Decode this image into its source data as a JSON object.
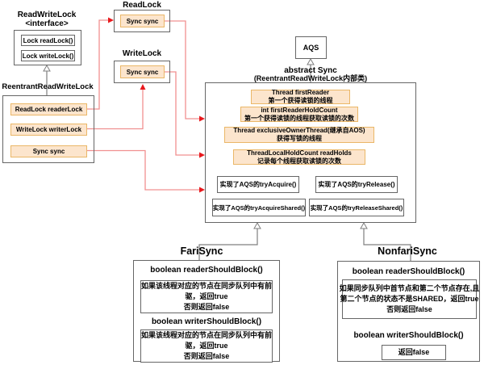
{
  "colors": {
    "orange_fill": "#fce5cd",
    "orange_border": "#eab768",
    "box_border": "#666666",
    "red_line": "#f09090",
    "red_arrowhead": "#e8191d",
    "gray_line": "#7f7f7f"
  },
  "read_write_lock": {
    "title": "ReadWriteLock",
    "stereotype": "<interface>",
    "methods": [
      "Lock readLock()",
      "Lock writeLock()"
    ]
  },
  "read_lock": {
    "title": "ReadLock",
    "field": "Sync sync"
  },
  "write_lock": {
    "title": "WriteLock",
    "field": "Sync sync"
  },
  "reentrant_read_write_lock": {
    "title": "ReentrantReadWriteLock",
    "fields": [
      "ReadLock readerLock",
      "WriteLock writerLock",
      "Sync sync"
    ]
  },
  "aqs": {
    "title": "AQS"
  },
  "abstract_sync": {
    "title": "abstract Sync",
    "subtitle": "(ReentrantReadWriteLock内部类)",
    "fields": [
      {
        "name": "Thread firstReader",
        "desc": "第一个获得读锁的线程"
      },
      {
        "name": "int firstReaderHoldCount",
        "desc": "第一个获得读锁的线程获取读锁的次数"
      },
      {
        "name": "Thread exclusiveOwnerThread(继承自AOS)",
        "desc": "获得写锁的线程"
      },
      {
        "name": "ThreadLocalHoldCount readHolds",
        "desc": "记录每个线程获取读锁的次数"
      }
    ],
    "methods": [
      "实现了AQS的tryAcquire()",
      "实现了AQS的tryRelease()",
      "实现了AQS的tryAcquireShared()",
      "实现了AQS的tryReleaseShared()"
    ]
  },
  "fari_sync": {
    "title": "FariSync",
    "reader_method": "boolean readerShouldBlock()",
    "reader_note_lines": [
      "如果该线程对应的节点在同步队列中有前",
      "驱，返回true",
      "否则返回false"
    ],
    "writer_method": "boolean writerShouldBlock()",
    "writer_note_lines": [
      "如果该线程对应的节点在同步队列中有前",
      "驱，返回true",
      "否则返回false"
    ]
  },
  "nonfari_sync": {
    "title": "NonfariSync",
    "reader_method": "boolean readerShouldBlock()",
    "reader_note_lines": [
      "如果同步队列中首节点和第二个节点存在,且",
      "第二个节点的状态不是SHARED，返回true",
      "否则返回false"
    ],
    "writer_method": "boolean writerShouldBlock()",
    "writer_note_line": "返回false"
  }
}
